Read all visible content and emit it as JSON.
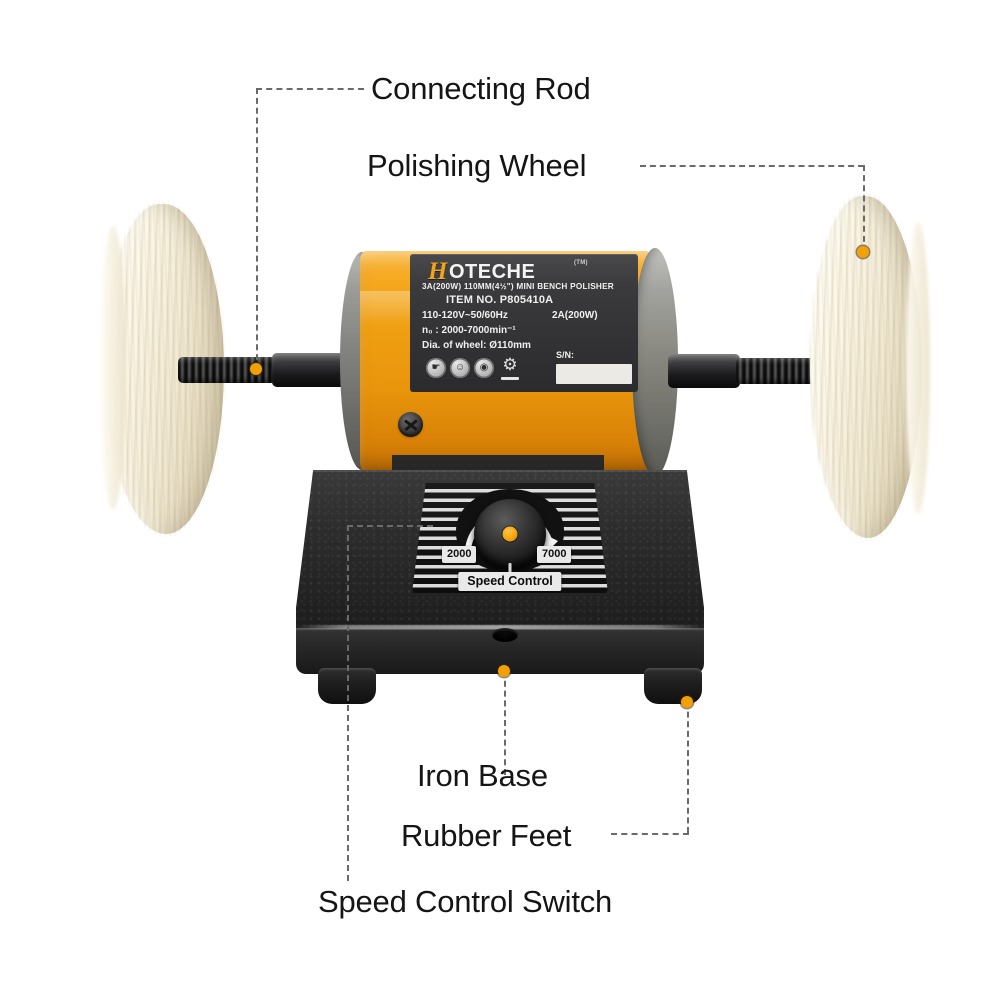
{
  "image": {
    "title": "Hoteche mini bench polisher — labeled parts diagram",
    "background_color": "#ffffff",
    "accent_color": "#F2A007",
    "leader_line_color": "#6a6a6a"
  },
  "callouts": [
    {
      "id": "connecting-rod",
      "label": "Connecting Rod"
    },
    {
      "id": "polishing-wheel",
      "label": "Polishing Wheel"
    },
    {
      "id": "iron-base",
      "label": "Iron Base"
    },
    {
      "id": "rubber-feet",
      "label": "Rubber Feet"
    },
    {
      "id": "speed-control-switch",
      "label": "Speed Control Switch"
    }
  ],
  "product": {
    "brand_logo": {
      "initial": "H",
      "rest": "OTECHE",
      "trademark": "(TM)"
    },
    "spec_plate": {
      "title": "3A(200W) 110MM(4½\") MINI BENCH POLISHER",
      "item_no": "ITEM NO. P805410A",
      "voltage": "110-120V~50/60Hz",
      "power": "2A(200W)",
      "speed": "n₀ : 2000-7000min⁻¹",
      "wheel_dia": "Dia. of wheel: Ø110mm",
      "serial_label": "S/N:",
      "serial_value": "",
      "pictograms": [
        "read-manual-icon",
        "wear-mask-icon",
        "wear-eye-protection-icon",
        "weee-bin-icon"
      ]
    },
    "speed_control": {
      "min_rpm": "2000",
      "max_rpm": "7000",
      "panel_label": "Speed Control"
    }
  }
}
